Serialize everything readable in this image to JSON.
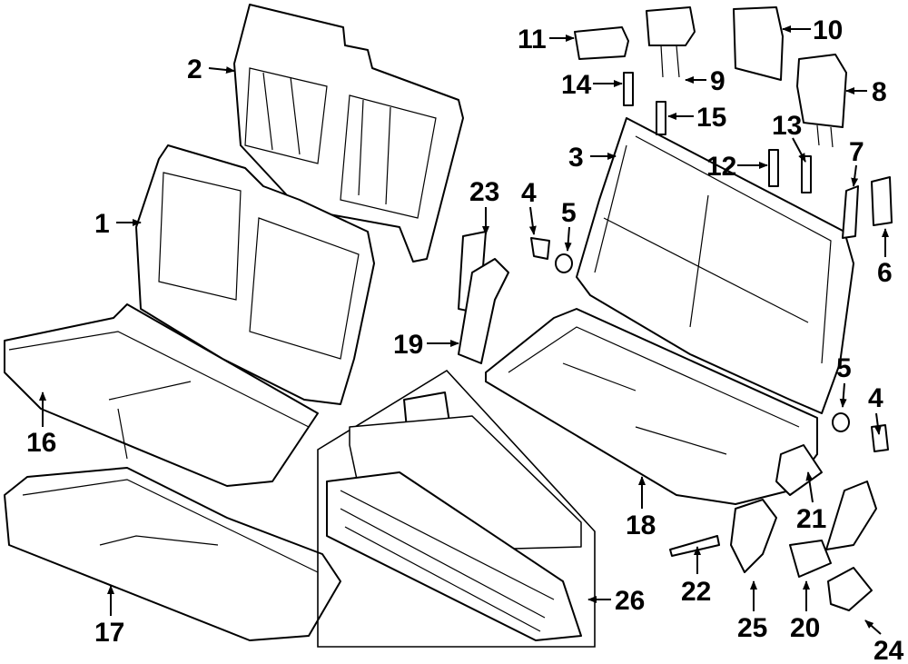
{
  "diagram": {
    "type": "exploded parts diagram",
    "callouts": [
      "1",
      "2",
      "3",
      "4",
      "5",
      "6",
      "7",
      "8",
      "9",
      "10",
      "11",
      "12",
      "13",
      "14",
      "15",
      "16",
      "17",
      "18",
      "19",
      "20",
      "21",
      "22",
      "23",
      "24",
      "25",
      "26",
      "4",
      "5"
    ]
  }
}
